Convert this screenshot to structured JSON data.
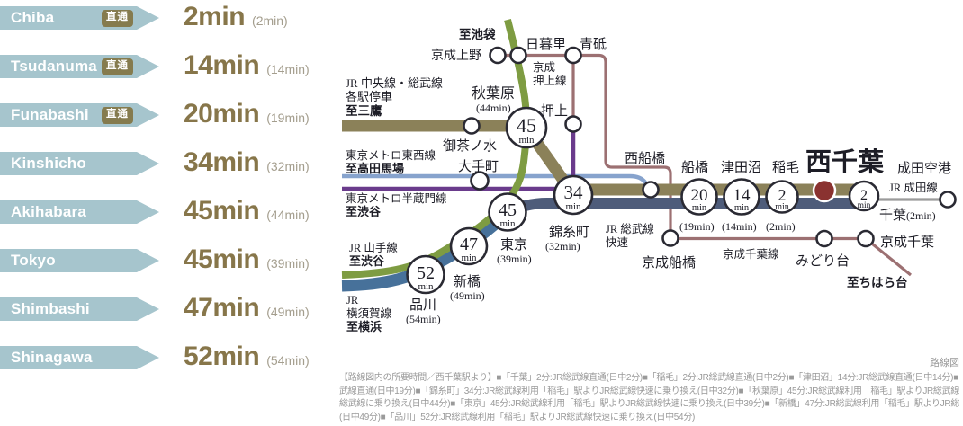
{
  "left_panel": {
    "rows": [
      {
        "station": "Chiba",
        "badge": "直通",
        "time": "2min",
        "daytime": "(2min)"
      },
      {
        "station": "Tsudanuma",
        "badge": "直通",
        "time": "14min",
        "daytime": "(14min)"
      },
      {
        "station": "Funabashi",
        "badge": "直通",
        "time": "20min",
        "daytime": "(19min)"
      },
      {
        "station": "Kinshicho",
        "time": "34min",
        "daytime": "(32min)"
      },
      {
        "station": "Akihabara",
        "time": "45min",
        "daytime": "(44min)"
      },
      {
        "station": "Tokyo",
        "time": "45min",
        "daytime": "(39min)"
      },
      {
        "station": "Shimbashi",
        "time": "47min",
        "daytime": "(49min)"
      },
      {
        "station": "Shinagawa",
        "time": "52min",
        "daytime": "(54min)"
      }
    ]
  },
  "map": {
    "to_ikebukuro": "至池袋",
    "keisei_ueno": "京成上野",
    "nippori": "日暮里",
    "aoto": "青砥",
    "keisei_oshiage_line": [
      "京成",
      "押上線"
    ],
    "chuo_sobu": [
      "JR 中央線・総武線",
      "各駅停車"
    ],
    "to_mitaka": "至三鷹",
    "akihabara": "秋葉原",
    "akihabara_day": "(44min)",
    "oshiage": "押上",
    "ochanomizu": "御茶ノ水",
    "tozai": "東京メトロ東西線",
    "to_takadanobaba": "至高田馬場",
    "otemachi": "大手町",
    "hanzomon": "東京メトロ半蔵門線",
    "to_shibuya_hanzomon": "至渋谷",
    "yamanote": "JR 山手線",
    "to_shibuya_yamanote": "至渋谷",
    "yokosuka": [
      "JR",
      "横須賀線"
    ],
    "to_yokohama": "至横浜",
    "tokyo": "東京",
    "tokyo_day": "(39min)",
    "shimbashi": "新橋",
    "shimbashi_day": "(49min)",
    "shinagawa": "品川",
    "shinagawa_day": "(54min)",
    "kinshicho": "錦糸町",
    "kinshicho_day": "(32min)",
    "sobu_rapid": [
      "JR 総武線",
      "快速"
    ],
    "nishi_funabashi": "西船橋",
    "funabashi": "船橋",
    "funabashi_day": "(19min)",
    "tsudanuma": "津田沼",
    "tsudanuma_day": "(14min)",
    "inage": "稲毛",
    "inage_day": "(2min)",
    "nishi_chiba": "西千葉",
    "narita_airport": "成田空港",
    "narita_line": "JR 成田線",
    "chiba": "千葉",
    "chiba_day": "(2min)",
    "keisei_chiba": "京成千葉",
    "midoridai": "みどり台",
    "keisei_chiba_line": "京成千葉線",
    "keisei_funabashi": "京成船橋",
    "to_chiharadai": "至ちはら台",
    "badges": {
      "akihabara": {
        "num": "45",
        "unit": "min"
      },
      "kinshicho": {
        "num": "34",
        "unit": "min"
      },
      "tokyo": {
        "num": "45",
        "unit": "min"
      },
      "shimbashi": {
        "num": "47",
        "unit": "min"
      },
      "shinagawa": {
        "num": "52",
        "unit": "min"
      },
      "funabashi": {
        "num": "20",
        "unit": "min"
      },
      "tsudanuma": {
        "num": "14",
        "unit": "min"
      },
      "inage": {
        "num": "2",
        "unit": "min"
      },
      "chiba": {
        "num": "2",
        "unit": "min"
      }
    }
  },
  "colors": {
    "arrow_band": "#a6c5cd",
    "badge_olive": "#857b4e",
    "time_text": "#87764a",
    "chuo_sobu_local_line": "#8b8159",
    "sobu_rapid_line": "#4e5c7a",
    "yamanote_line": "#7e9c42",
    "yokosuka_line": "#47719a",
    "tozai_line": "#87a3cd",
    "hanzomon_line": "#6a3b8c",
    "keisei_line": "#9c7072",
    "narita_line": "#9b9b9b",
    "nishi_chiba_dot": "#8a3230",
    "nishi_chiba_title": "#8b2b28"
  },
  "footer": {
    "caption": "路線図",
    "notes": [
      "【路線図内の所要時間／西千葉駅より】■「千葉」2分:JR総武線直通(日中2分)■「稲毛」2分:JR総武線直通(日中2分)■「津田沼」14分:JR総武線直通(日中14分)■「船橋」20分:JR総",
      "武線直通(日中19分)■「錦糸町」34分:JR総武線利用「稲毛」駅よりJR総武線快速に乗り換え(日中32分)■「秋葉原」45分:JR総武線利用「稲毛」駅よりJR総武線快速「錦糸町」よりJR",
      "総武線に乗り換え(日中44分)■「東京」45分:JR総武線利用「稲毛」駅よりJR総武線快速に乗り換え(日中39分)■「新橋」47分:JR総武線利用「稲毛」駅よりJR総武線快速に乗り換え",
      "(日中49分)■「品川」52分:JR総武線利用「稲毛」駅よりJR総武線快速に乗り換え(日中54分)"
    ]
  }
}
